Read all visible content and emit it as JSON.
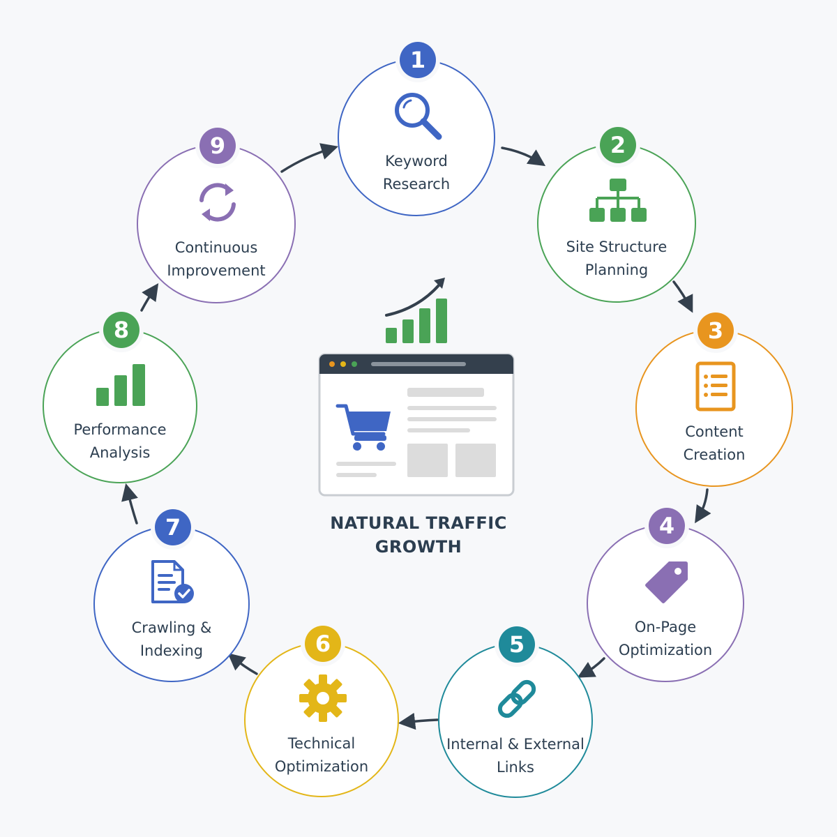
{
  "diagram": {
    "center": {
      "title_line1": "NATURAL TRAFFIC",
      "title_line2": "GROWTH"
    },
    "steps": [
      {
        "number": "1",
        "lines": [
          "Keyword",
          "Research"
        ],
        "color": "#3f66c4",
        "icon": "magnifier-icon"
      },
      {
        "number": "2",
        "lines": [
          "Site Structure",
          "Planning"
        ],
        "color": "#4aa356",
        "icon": "sitemap-icon"
      },
      {
        "number": "3",
        "lines": [
          "Content",
          "Creation"
        ],
        "color": "#e8951f",
        "icon": "document-list-icon"
      },
      {
        "number": "4",
        "lines": [
          "On-Page",
          "Optimization"
        ],
        "color": "#8a6fb3",
        "icon": "tag-icon"
      },
      {
        "number": "5",
        "lines": [
          "Internal & External",
          "Links"
        ],
        "color": "#1f8a9a",
        "icon": "chain-link-icon"
      },
      {
        "number": "6",
        "lines": [
          "Technical",
          "Optimization"
        ],
        "color": "#e3b618",
        "icon": "gear-icon"
      },
      {
        "number": "7",
        "lines": [
          "Crawling &",
          "Indexing"
        ],
        "color": "#3f66c4",
        "icon": "document-check-icon"
      },
      {
        "number": "8",
        "lines": [
          "Performance",
          "Analysis"
        ],
        "color": "#4aa356",
        "icon": "bar-chart-icon"
      },
      {
        "number": "9",
        "lines": [
          "Continuous",
          "Improvement"
        ],
        "color": "#8a6fb3",
        "icon": "refresh-cycle-icon"
      }
    ]
  }
}
